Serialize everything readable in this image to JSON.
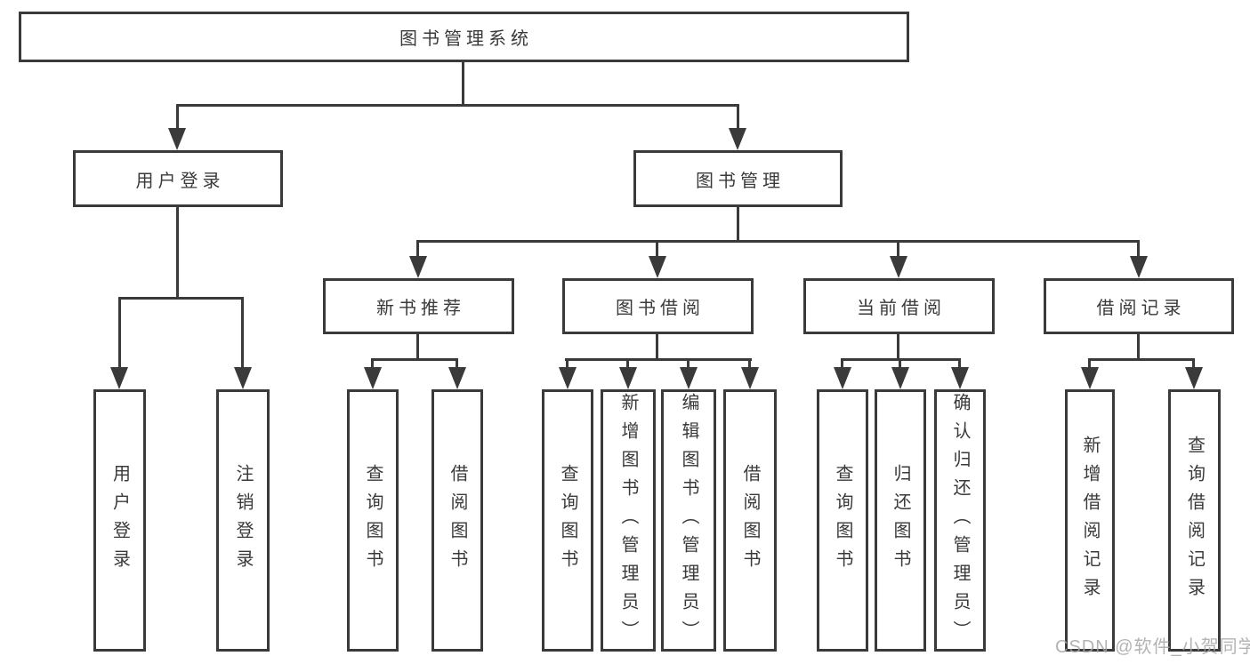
{
  "tree": {
    "label": "图书管理系统",
    "children": [
      {
        "label": "用户登录",
        "children": [
          {
            "label": "用户登录"
          },
          {
            "label": "注销登录"
          }
        ]
      },
      {
        "label": "图书管理",
        "children": [
          {
            "label": "新书推荐",
            "children": [
              {
                "label": "查询图书"
              },
              {
                "label": "借阅图书"
              }
            ]
          },
          {
            "label": "图书借阅",
            "children": [
              {
                "label": "查询图书"
              },
              {
                "label": "新增图书（管理员）"
              },
              {
                "label": "编辑图书（管理员）"
              },
              {
                "label": "借阅图书"
              }
            ]
          },
          {
            "label": "当前借阅",
            "children": [
              {
                "label": "查询图书"
              },
              {
                "label": "归还图书"
              },
              {
                "label": "确认归还（管理员）"
              }
            ]
          },
          {
            "label": "借阅记录",
            "children": [
              {
                "label": "新增借阅记录"
              },
              {
                "label": "查询借阅记录"
              }
            ]
          }
        ]
      }
    ]
  },
  "watermark": "CSDN @软件_小贺同学",
  "colors": {
    "line": "#3a3a3a",
    "text": "#3a3a3a",
    "background": "#ffffff",
    "watermark": "#a6a6a6"
  }
}
